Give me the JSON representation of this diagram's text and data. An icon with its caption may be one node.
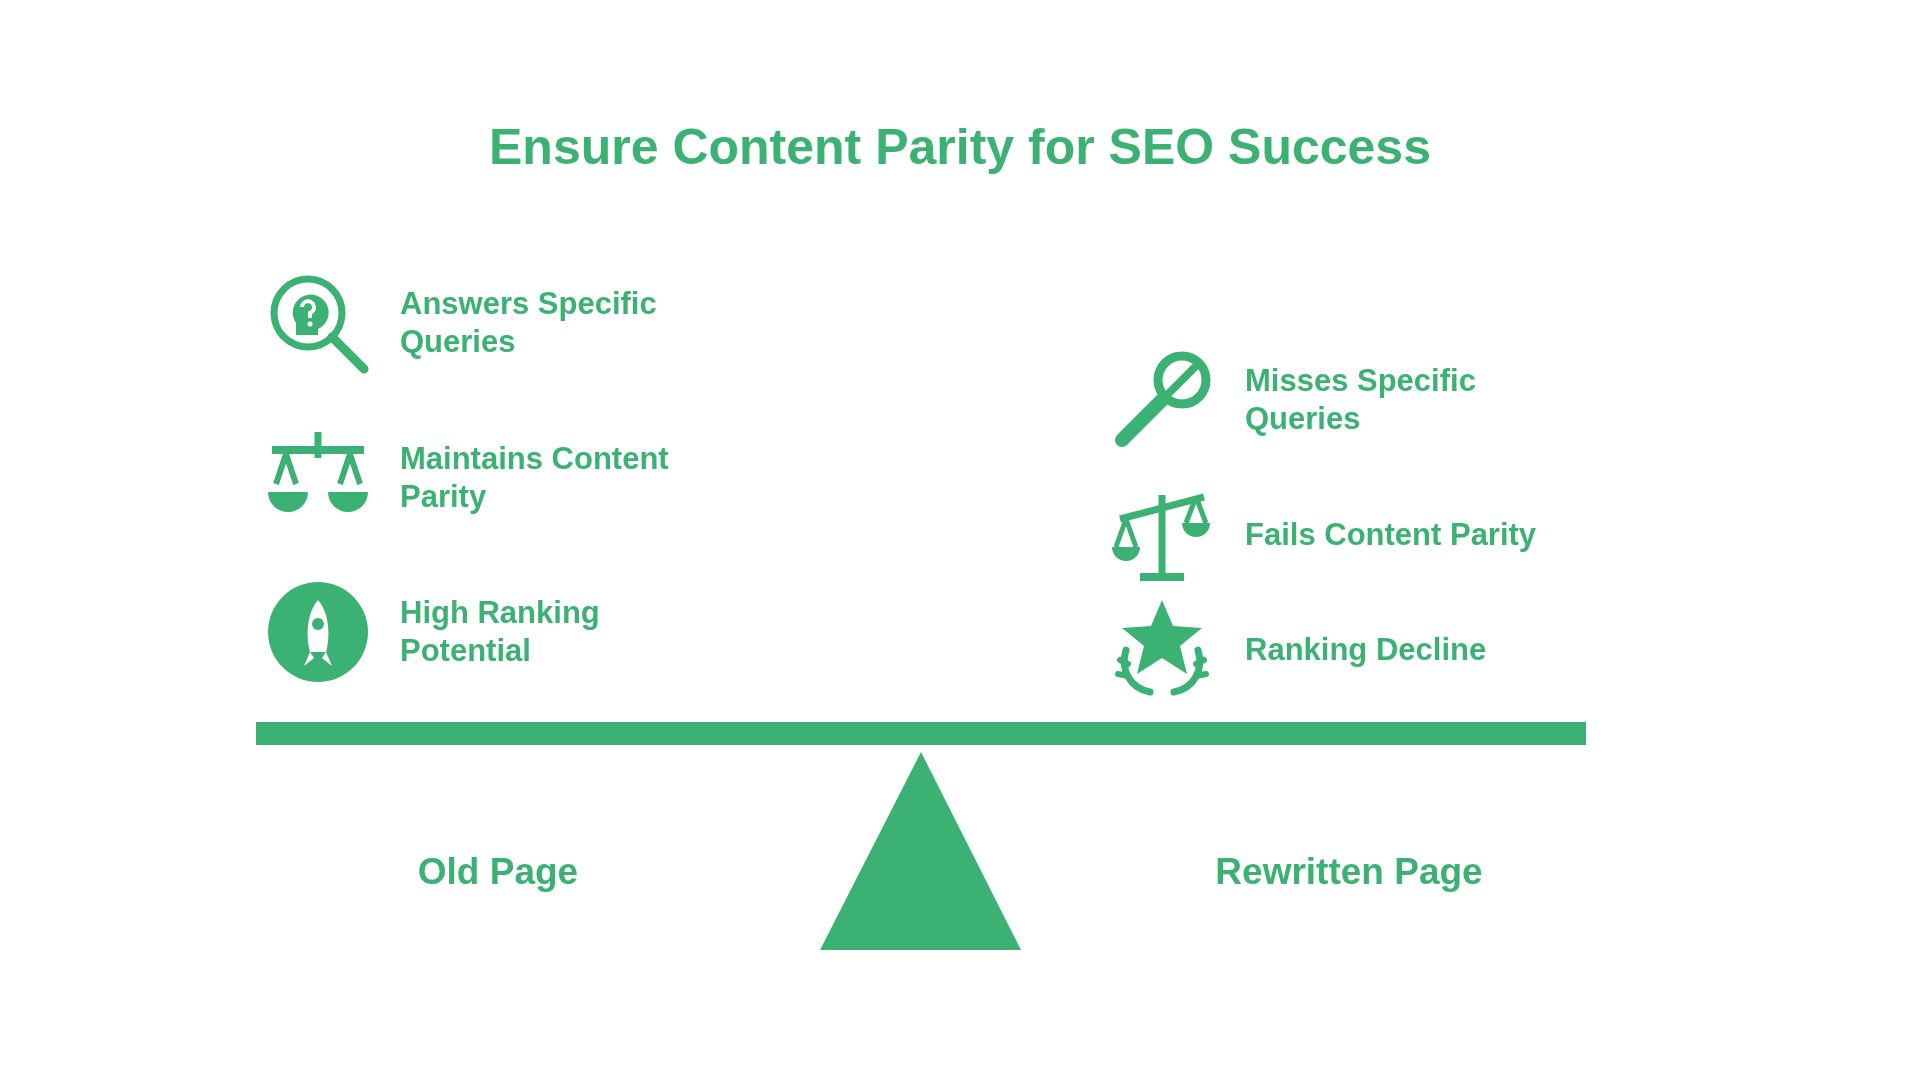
{
  "diagram": {
    "title": "Ensure Content Parity for SEO Success",
    "labels": [
      "Answers Specific Queries",
      "Misses Specific Queries",
      "Maintains Content Parity",
      "Fails Content Parity",
      "High Ranking Potential",
      "Ranking Decline",
      "Old Page",
      "Rewritten Page"
    ]
  }
}
